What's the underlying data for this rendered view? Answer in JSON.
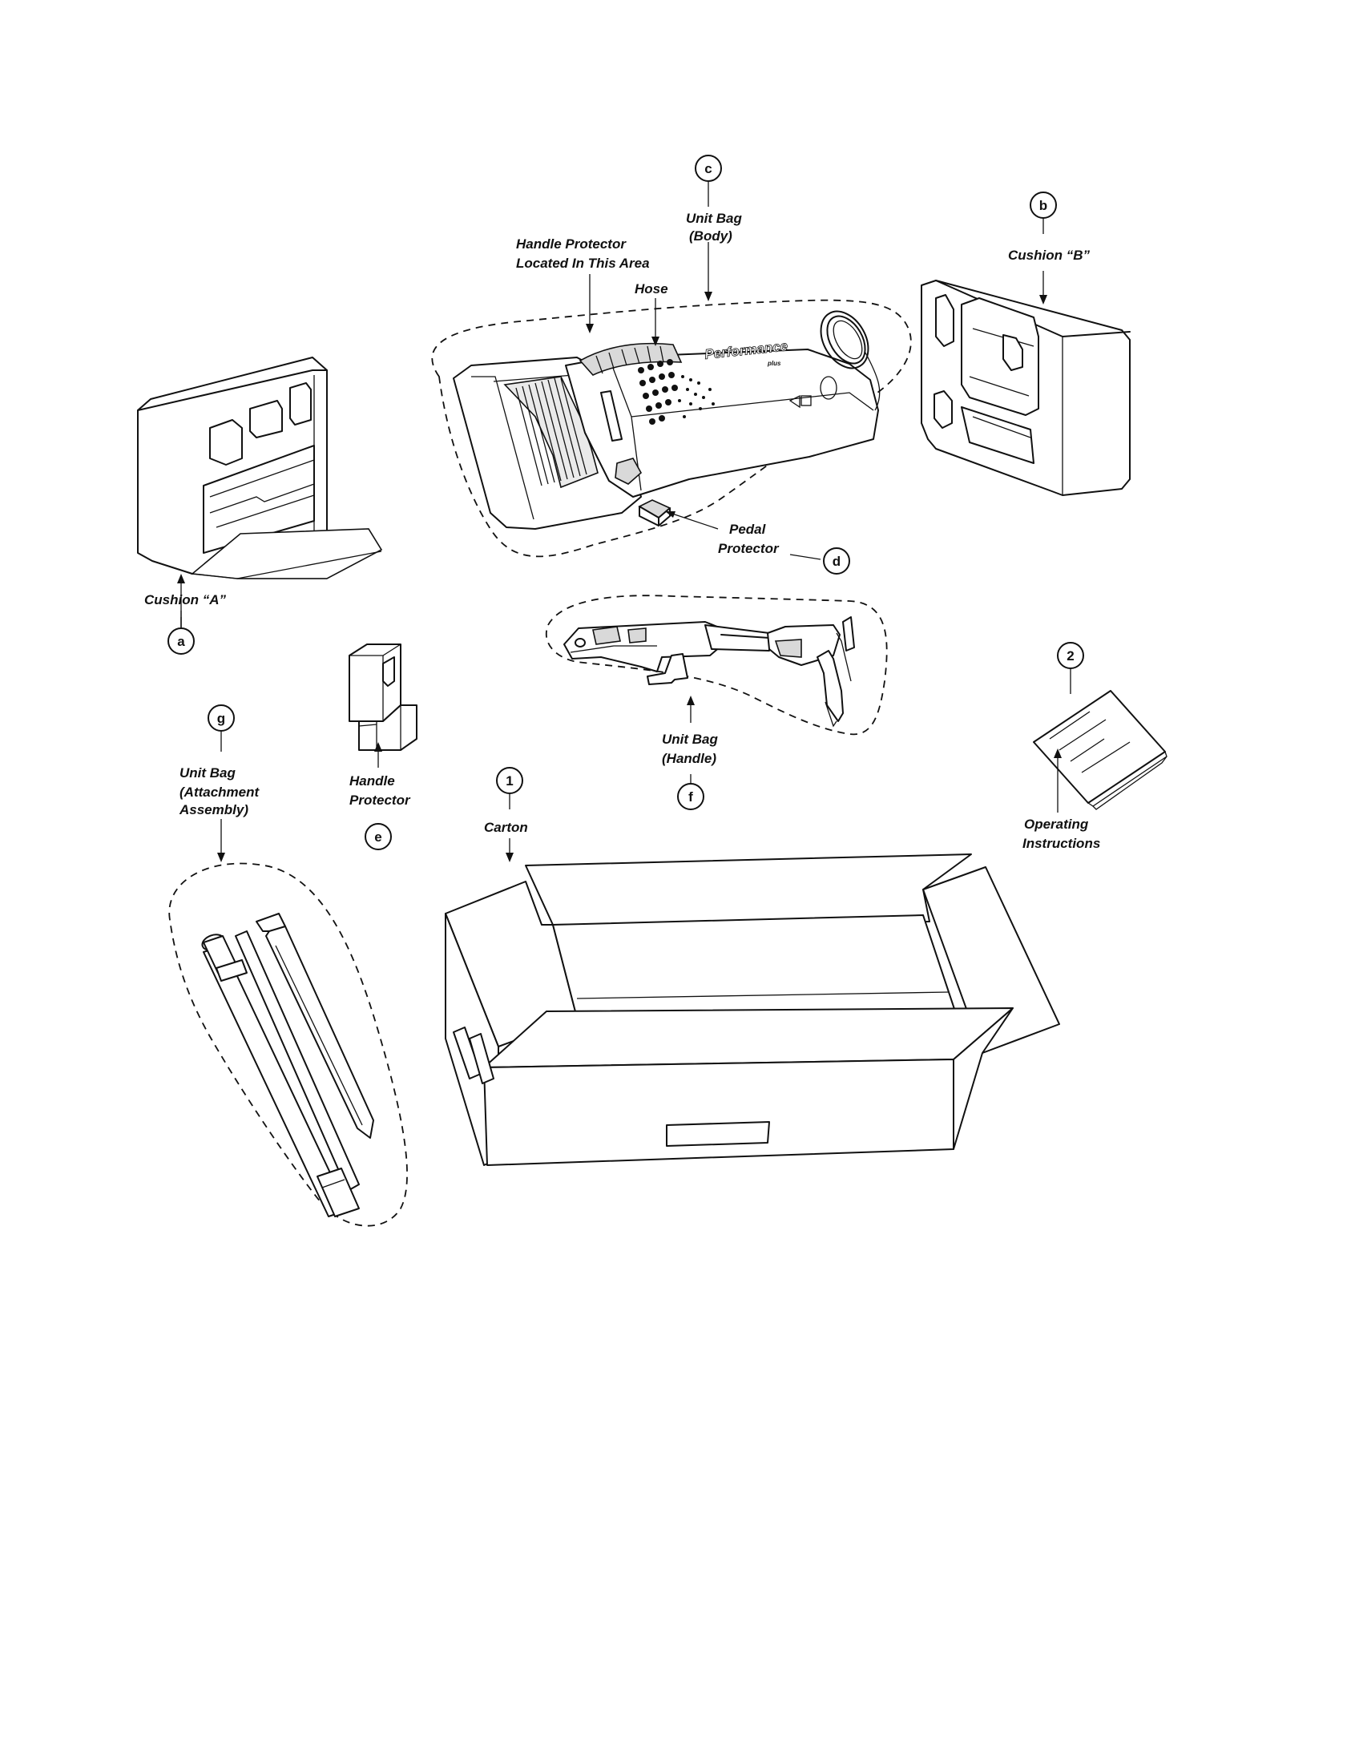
{
  "callouts": {
    "a": "a",
    "b": "b",
    "c": "c",
    "d": "d",
    "e": "e",
    "f": "f",
    "g": "g",
    "n1": "1",
    "n2": "2"
  },
  "labels": {
    "cushion_a": "Cushion “A”",
    "cushion_b": "Cushion “B”",
    "unit_bag_body_1": "Unit Bag",
    "unit_bag_body_2": "(Body)",
    "handle_prot_area_1": "Handle Protector",
    "handle_prot_area_2": "Located In This Area",
    "hose": "Hose",
    "pedal_protector_1": "Pedal",
    "pedal_protector_2": "Protector",
    "handle_protector_1": "Handle",
    "handle_protector_2": "Protector",
    "unit_bag_handle_1": "Unit Bag",
    "unit_bag_handle_2": "(Handle)",
    "unit_bag_attach_1": "Unit Bag",
    "unit_bag_attach_2": "(Attachment",
    "unit_bag_attach_3": "Assembly)",
    "carton": "Carton",
    "operating_instructions_1": "Operating",
    "operating_instructions_2": "Instructions",
    "brand": "Performance",
    "brand_sub": "plus"
  }
}
